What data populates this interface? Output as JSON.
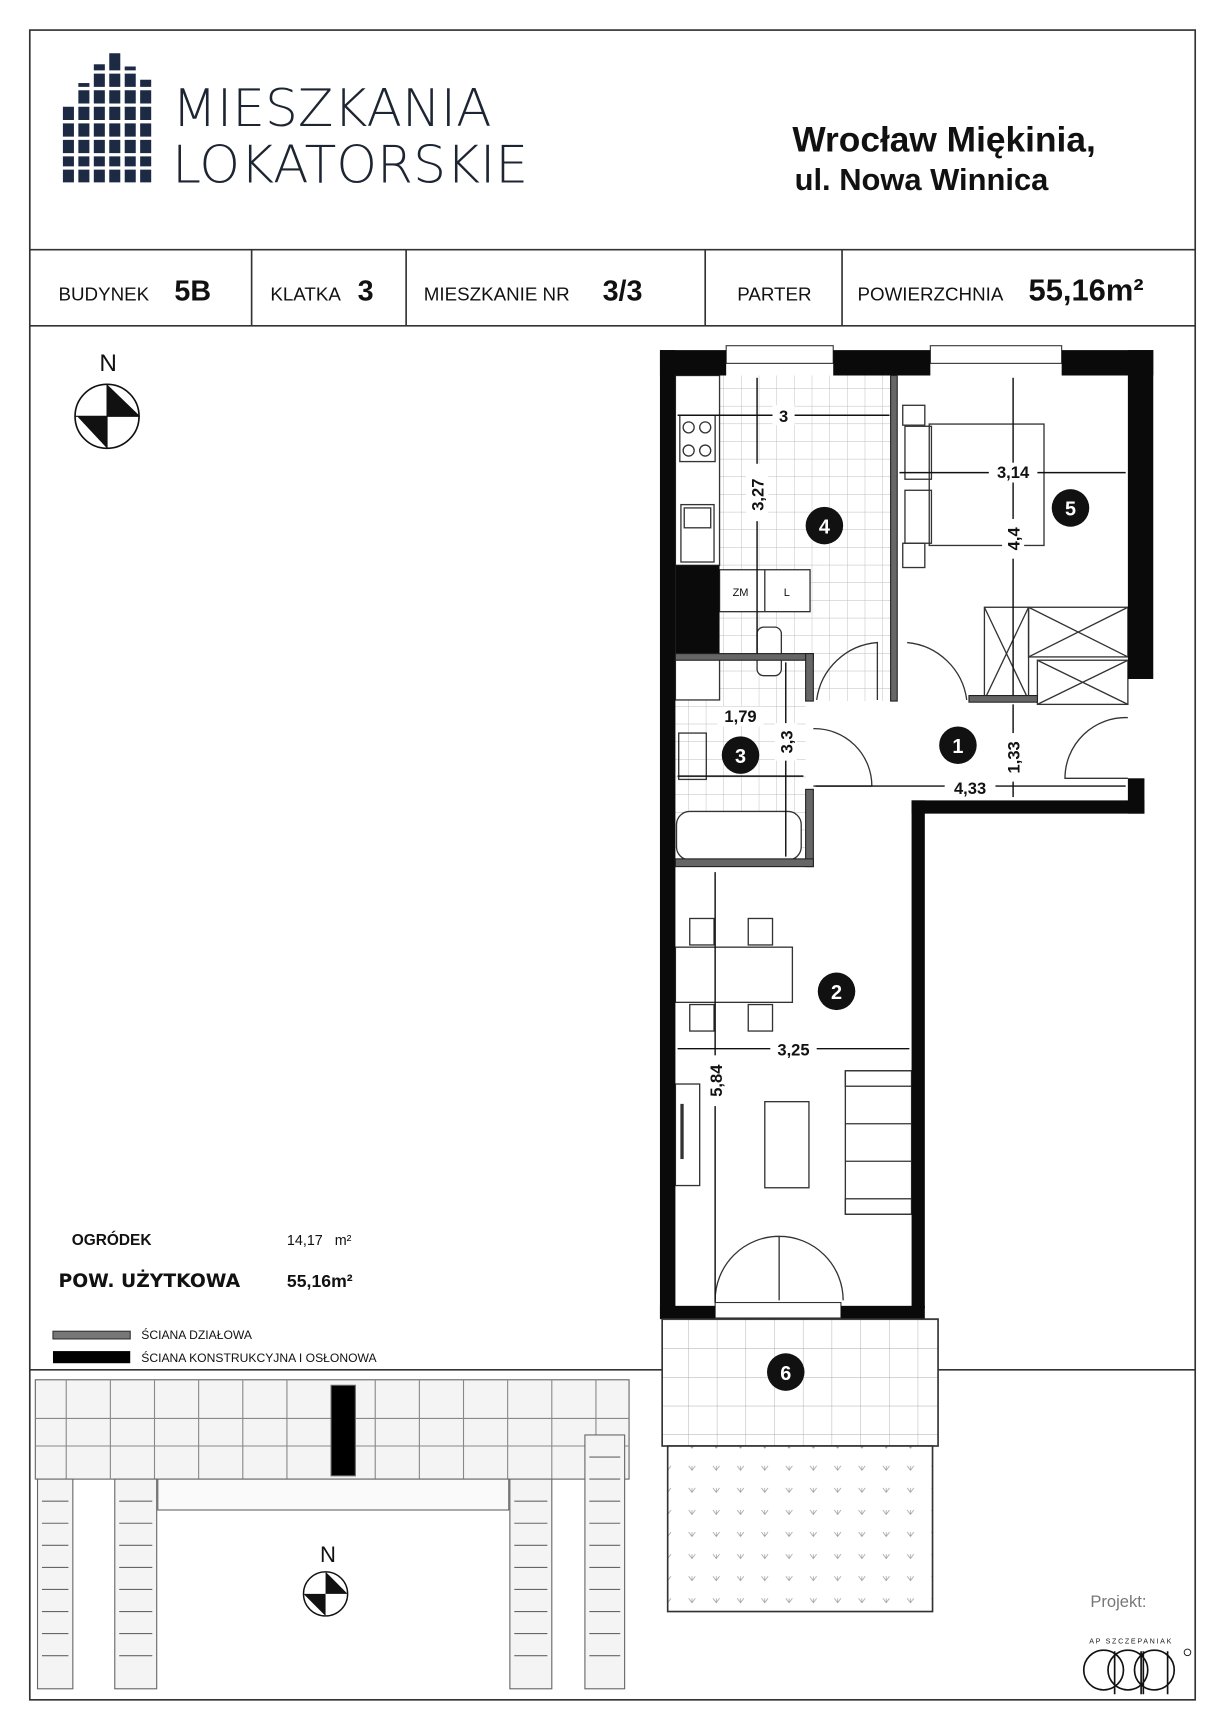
{
  "logo": {
    "line1": "MIESZKANIA",
    "line2": "LOKATORSKIE",
    "color": "#1d2a44"
  },
  "location": {
    "city": "Wrocław Miękinia,",
    "street": "ul. Nowa Winnica"
  },
  "info": {
    "building_label": "BUDYNEK",
    "building": "5B",
    "stair_label": "KLATKA",
    "stair": "3",
    "apt_label": "MIESZKANIE NR",
    "apt": "3/3",
    "floor": "PARTER",
    "area_label": "POWIERZCHNIA",
    "area": "55,16m²"
  },
  "compass": {
    "north": "N"
  },
  "plan": {
    "rooms": [
      "1",
      "2",
      "3",
      "4",
      "5",
      "6"
    ],
    "labels": {
      "zm": "ZM",
      "l": "L"
    },
    "dims": {
      "kitchen_w": "3",
      "kitchen_h": "3,27",
      "bedroom_w": "3,14",
      "bedroom_h": "4,4",
      "bath_w": "1,79",
      "bath_h": "3,3",
      "hall_h": "1,33",
      "hall_w": "4,33",
      "living_w": "3,25",
      "living_h": "5,84"
    }
  },
  "stats": {
    "garden_label": "OGRÓDEK",
    "garden_value": "14,17   m²",
    "usable_label": "POW. UŻYTKOWA",
    "usable_value": "55,16m²"
  },
  "legend": {
    "partition": "ŚCIANA DZIAŁOWA",
    "structural": "ŚCIANA KONSTRUKCYJNA I OSŁONOWA"
  },
  "site_plan": {
    "north": "N"
  },
  "credits": {
    "label": "Projekt:",
    "studio": "AP SZCZEPANIAK",
    "logo": "apap"
  }
}
